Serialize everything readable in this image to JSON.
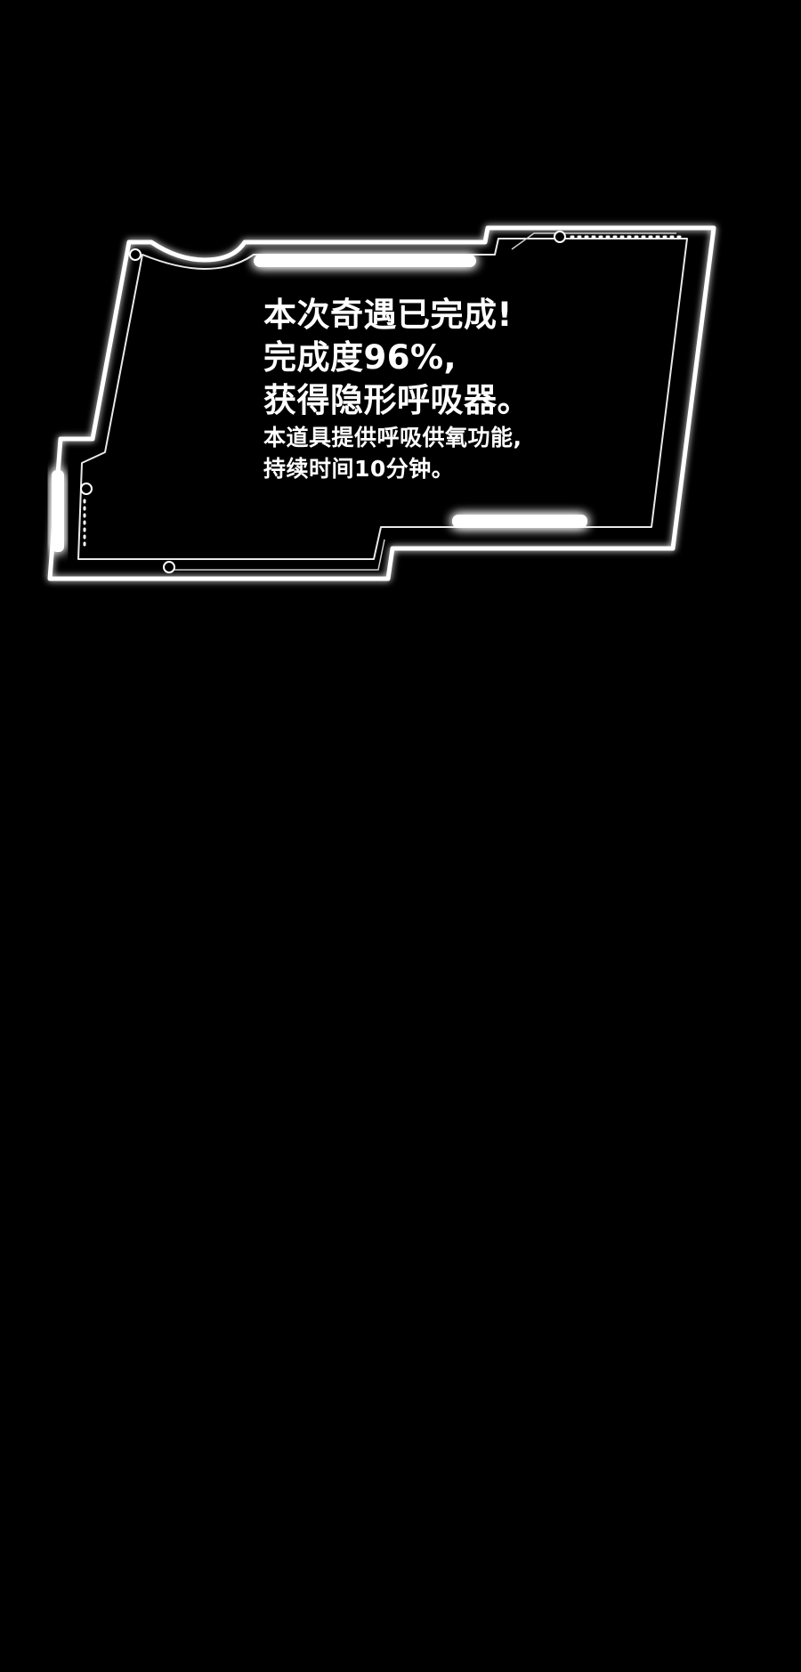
{
  "panel": {
    "lines": [
      "本次奇遇已完成!",
      "完成度96%,",
      "获得隐形呼吸器。",
      "本道具提供呼吸供氧功能,",
      "持续时间10分钟。"
    ]
  },
  "colors": {
    "background": "#000000",
    "frame": "#ffffff",
    "glow": "#ffffff",
    "text": "#ffffff"
  }
}
